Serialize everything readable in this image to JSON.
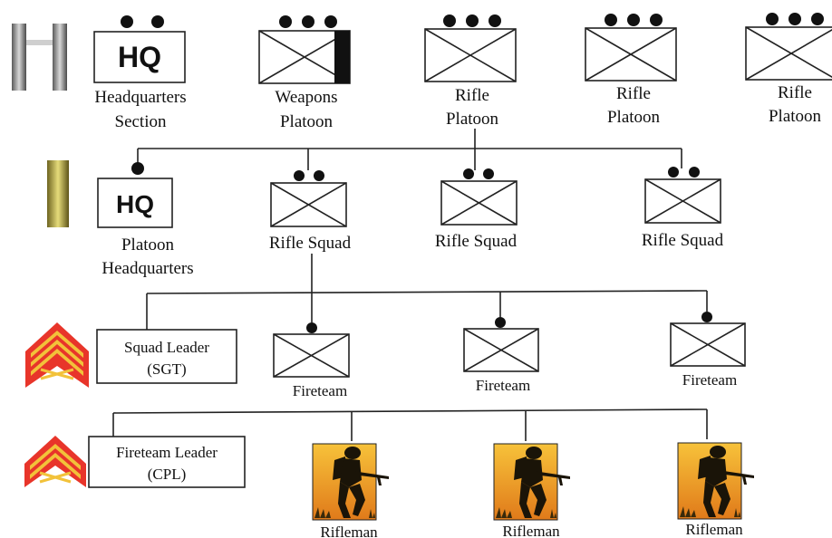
{
  "colors": {
    "ink": "#111111",
    "chevron_red": "#e8352a",
    "chevron_gold": "#f2c23a",
    "captain_bar_silver": "#8a8a8a",
    "lieutenant_bar_gold": "#b8a23a",
    "rifleman_bg_top": "#f7c23a",
    "rifleman_bg_bottom": "#e07a1a"
  },
  "company": {
    "captain_insignia": "captain-bars-icon",
    "hq_box_text": "HQ",
    "hq_label_line1": "Headquarters",
    "hq_label_line2": "Section",
    "weapons_label_line1": "Weapons",
    "weapons_label_line2": "Platoon",
    "rifle_platoon_1_line1": "Rifle",
    "rifle_platoon_1_line2": "Platoon",
    "rifle_platoon_2_line1": "Rifle",
    "rifle_platoon_2_line2": "Platoon",
    "rifle_platoon_3_line1": "Rifle",
    "rifle_platoon_3_line2": "Platoon"
  },
  "platoon": {
    "lieutenant_insignia": "lieutenant-bar-icon",
    "hq_box_text": "HQ",
    "hq_label_line1": "Platoon",
    "hq_label_line2": "Headquarters",
    "squad_1_label": "Rifle Squad",
    "squad_2_label": "Rifle Squad",
    "squad_3_label": "Rifle Squad"
  },
  "squad": {
    "sergeant_insignia": "sergeant-chevron-icon",
    "leader_line1": "Squad Leader",
    "leader_line2": "(SGT)",
    "fireteam_1_label": "Fireteam",
    "fireteam_2_label": "Fireteam",
    "fireteam_3_label": "Fireteam"
  },
  "fireteam": {
    "corporal_insignia": "corporal-chevron-icon",
    "leader_line1": "Fireteam Leader",
    "leader_line2": "(CPL)",
    "rifleman_1_label": "Rifleman",
    "rifleman_2_label": "Rifleman",
    "rifleman_3_label": "Rifleman",
    "rifleman_icon": "rifleman-silhouette-icon"
  }
}
